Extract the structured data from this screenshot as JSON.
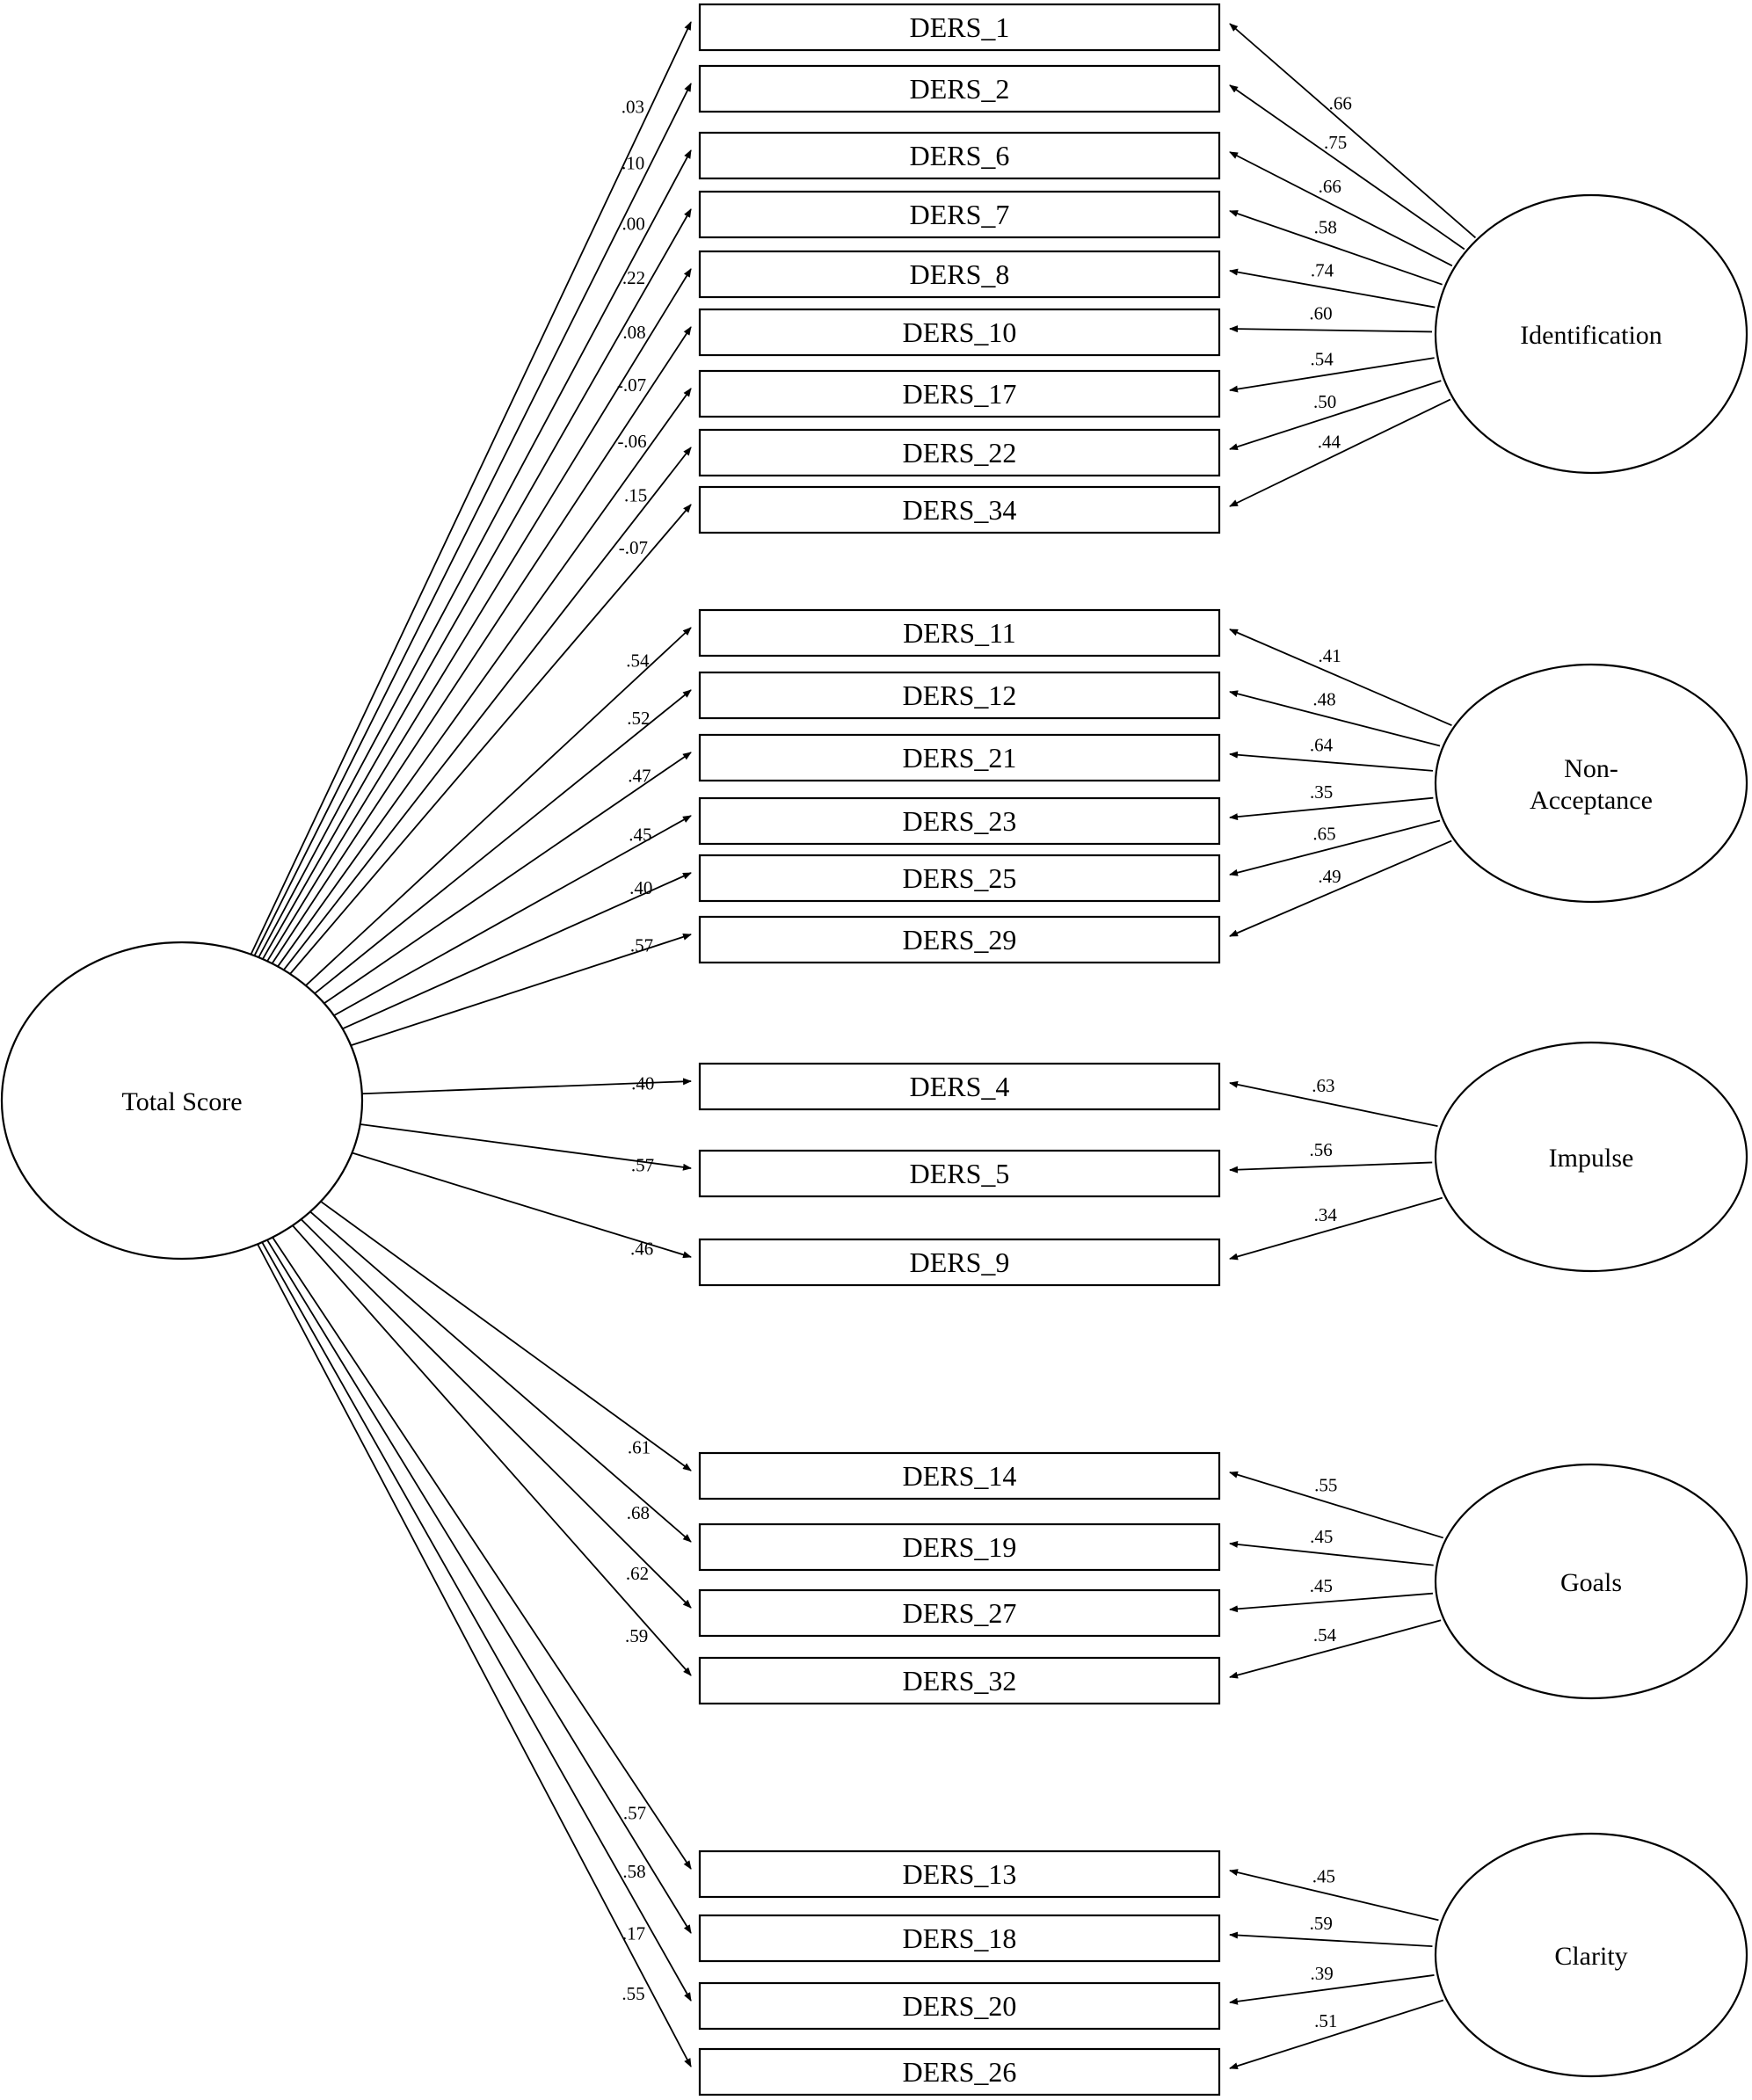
{
  "items": [
    {
      "id": "DERS_1",
      "label": "DERS_1",
      "total_loading": ".03",
      "factor_loading": ".66"
    },
    {
      "id": "DERS_2",
      "label": "DERS_2",
      "total_loading": ".10",
      "factor_loading": ".75"
    },
    {
      "id": "DERS_6",
      "label": "DERS_6",
      "total_loading": ".00",
      "factor_loading": ".66"
    },
    {
      "id": "DERS_7",
      "label": "DERS_7",
      "total_loading": ".22",
      "factor_loading": ".58"
    },
    {
      "id": "DERS_8",
      "label": "DERS_8",
      "total_loading": ".08",
      "factor_loading": ".74"
    },
    {
      "id": "DERS_10",
      "label": "DERS_10",
      "total_loading": "-.07",
      "factor_loading": ".60"
    },
    {
      "id": "DERS_17",
      "label": "DERS_17",
      "total_loading": "-.06",
      "factor_loading": ".54"
    },
    {
      "id": "DERS_22",
      "label": "DERS_22",
      "total_loading": ".15",
      "factor_loading": ".50"
    },
    {
      "id": "DERS_34",
      "label": "DERS_34",
      "total_loading": "-.07",
      "factor_loading": ".44"
    },
    {
      "id": "DERS_11",
      "label": "DERS_11",
      "total_loading": ".54",
      "factor_loading": ".41"
    },
    {
      "id": "DERS_12",
      "label": "DERS_12",
      "total_loading": ".52",
      "factor_loading": ".48"
    },
    {
      "id": "DERS_21",
      "label": "DERS_21",
      "total_loading": ".47",
      "factor_loading": ".64"
    },
    {
      "id": "DERS_23",
      "label": "DERS_23",
      "total_loading": ".45",
      "factor_loading": ".35"
    },
    {
      "id": "DERS_25",
      "label": "DERS_25",
      "total_loading": ".40",
      "factor_loading": ".65"
    },
    {
      "id": "DERS_29",
      "label": "DERS_29",
      "total_loading": ".57",
      "factor_loading": ".49"
    },
    {
      "id": "DERS_4",
      "label": "DERS_4",
      "total_loading": ".40",
      "factor_loading": ".63"
    },
    {
      "id": "DERS_5",
      "label": "DERS_5",
      "total_loading": ".57",
      "factor_loading": ".56"
    },
    {
      "id": "DERS_9",
      "label": "DERS_9",
      "total_loading": ".46",
      "factor_loading": ".34"
    },
    {
      "id": "DERS_14",
      "label": "DERS_14",
      "total_loading": ".61",
      "factor_loading": ".55"
    },
    {
      "id": "DERS_19",
      "label": "DERS_19",
      "total_loading": ".68",
      "factor_loading": ".45"
    },
    {
      "id": "DERS_27",
      "label": "DERS_27",
      "total_loading": ".62",
      "factor_loading": ".45"
    },
    {
      "id": "DERS_32",
      "label": "DERS_32",
      "total_loading": ".59",
      "factor_loading": ".54"
    },
    {
      "id": "DERS_13",
      "label": "DERS_13",
      "total_loading": ".57",
      "factor_loading": ".45"
    },
    {
      "id": "DERS_18",
      "label": "DERS_18",
      "total_loading": ".58",
      "factor_loading": ".59"
    },
    {
      "id": "DERS_20",
      "label": "DERS_20",
      "total_loading": ".17",
      "factor_loading": ".39"
    },
    {
      "id": "DERS_26",
      "label": "DERS_26",
      "total_loading": ".55",
      "factor_loading": ".51"
    }
  ],
  "total": {
    "label": "Total Score"
  },
  "factors": [
    {
      "id": "identification",
      "lines": [
        "Identification"
      ],
      "items": [
        "DERS_1",
        "DERS_2",
        "DERS_6",
        "DERS_7",
        "DERS_8",
        "DERS_10",
        "DERS_17",
        "DERS_22",
        "DERS_34"
      ]
    },
    {
      "id": "non-acceptance",
      "lines": [
        "Non-",
        "Acceptance"
      ],
      "items": [
        "DERS_11",
        "DERS_12",
        "DERS_21",
        "DERS_23",
        "DERS_25",
        "DERS_29"
      ]
    },
    {
      "id": "impulse",
      "lines": [
        "Impulse"
      ],
      "items": [
        "DERS_4",
        "DERS_5",
        "DERS_9"
      ]
    },
    {
      "id": "goals",
      "lines": [
        "Goals"
      ],
      "items": [
        "DERS_14",
        "DERS_19",
        "DERS_27",
        "DERS_32"
      ]
    },
    {
      "id": "clarity",
      "lines": [
        "Clarity"
      ],
      "items": [
        "DERS_13",
        "DERS_18",
        "DERS_20",
        "DERS_26"
      ]
    }
  ]
}
